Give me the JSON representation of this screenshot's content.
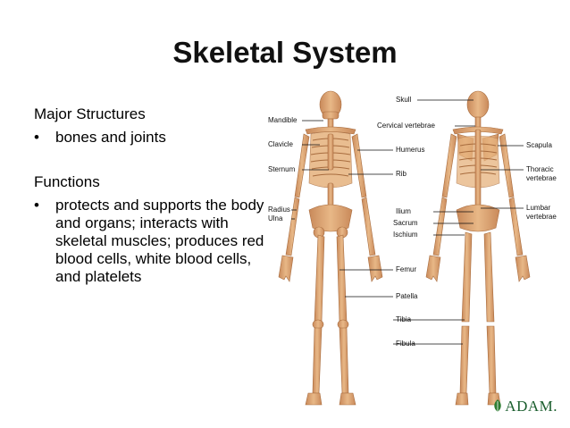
{
  "slide": {
    "title": "Skeletal System",
    "structures_heading": "Major Structures",
    "structures_bullets": [
      "bones and joints"
    ],
    "functions_heading": "Functions",
    "functions_bullets": [
      "protects and supports the body and organs; interacts with skeletal muscles; produces red blood cells, white blood cells, and platelets"
    ]
  },
  "figure": {
    "labels": {
      "skull": "Skull",
      "mandible": "Mandible",
      "cervical": "Cervical vertebrae",
      "clavicle": "Clavicle",
      "humerus": "Humerus",
      "scapula": "Scapula",
      "sternum": "Sternum",
      "rib": "Rib",
      "thoracic1": "Thoracic",
      "thoracic2": "vertebrae",
      "radius": "Radius",
      "ulna": "Ulna",
      "ilium": "Ilium",
      "sacrum": "Sacrum",
      "ischium": "Ischium",
      "lumbar1": "Lumbar",
      "lumbar2": "vertebrae",
      "femur": "Femur",
      "patella": "Patella",
      "tibia": "Tibia",
      "fibula": "Fibula"
    },
    "logo": "ADAM.",
    "bone_color": "#e2ac79",
    "bone_shadow": "#b8794a"
  }
}
